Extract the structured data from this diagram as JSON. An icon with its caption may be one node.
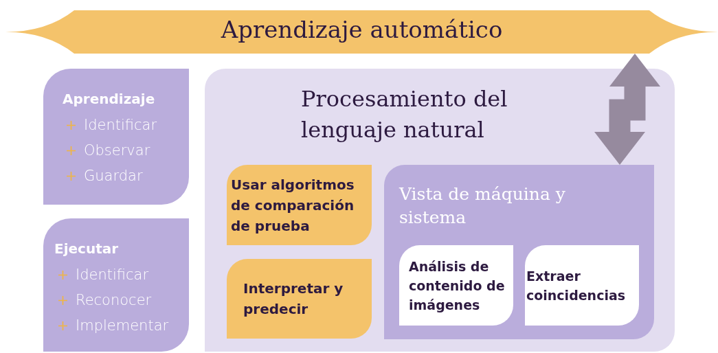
{
  "diagram": {
    "nodes": [
      {
        "text": [
          "Aprendizaje automático"
        ]
      },
      {
        "text": [
          "Aprendizaje",
          "Identificar",
          "Observar",
          "Guardar"
        ]
      },
      {
        "text": [
          "Ejecutar",
          "Identificar",
          "Reconocer",
          "Implementar"
        ]
      },
      {
        "text": [
          "Procesamiento del lenguaje natural"
        ]
      },
      {
        "text": [
          "Usar algoritmos de comparación de prueba"
        ],
        "in": 3
      },
      {
        "text": [
          "Interpretar y predecir"
        ],
        "in": 3
      },
      {
        "text": [
          "Vista de máquina y sistema"
        ],
        "in": 3
      },
      {
        "text": [
          "Análisis de contenido de imágenes"
        ],
        "in": 6
      },
      {
        "text": [
          "Extraer coincidencias"
        ],
        "in": 6
      }
    ],
    "edges": [
      {
        "from": 0,
        "to": 6,
        "arrow": "both"
      }
    ]
  }
}
